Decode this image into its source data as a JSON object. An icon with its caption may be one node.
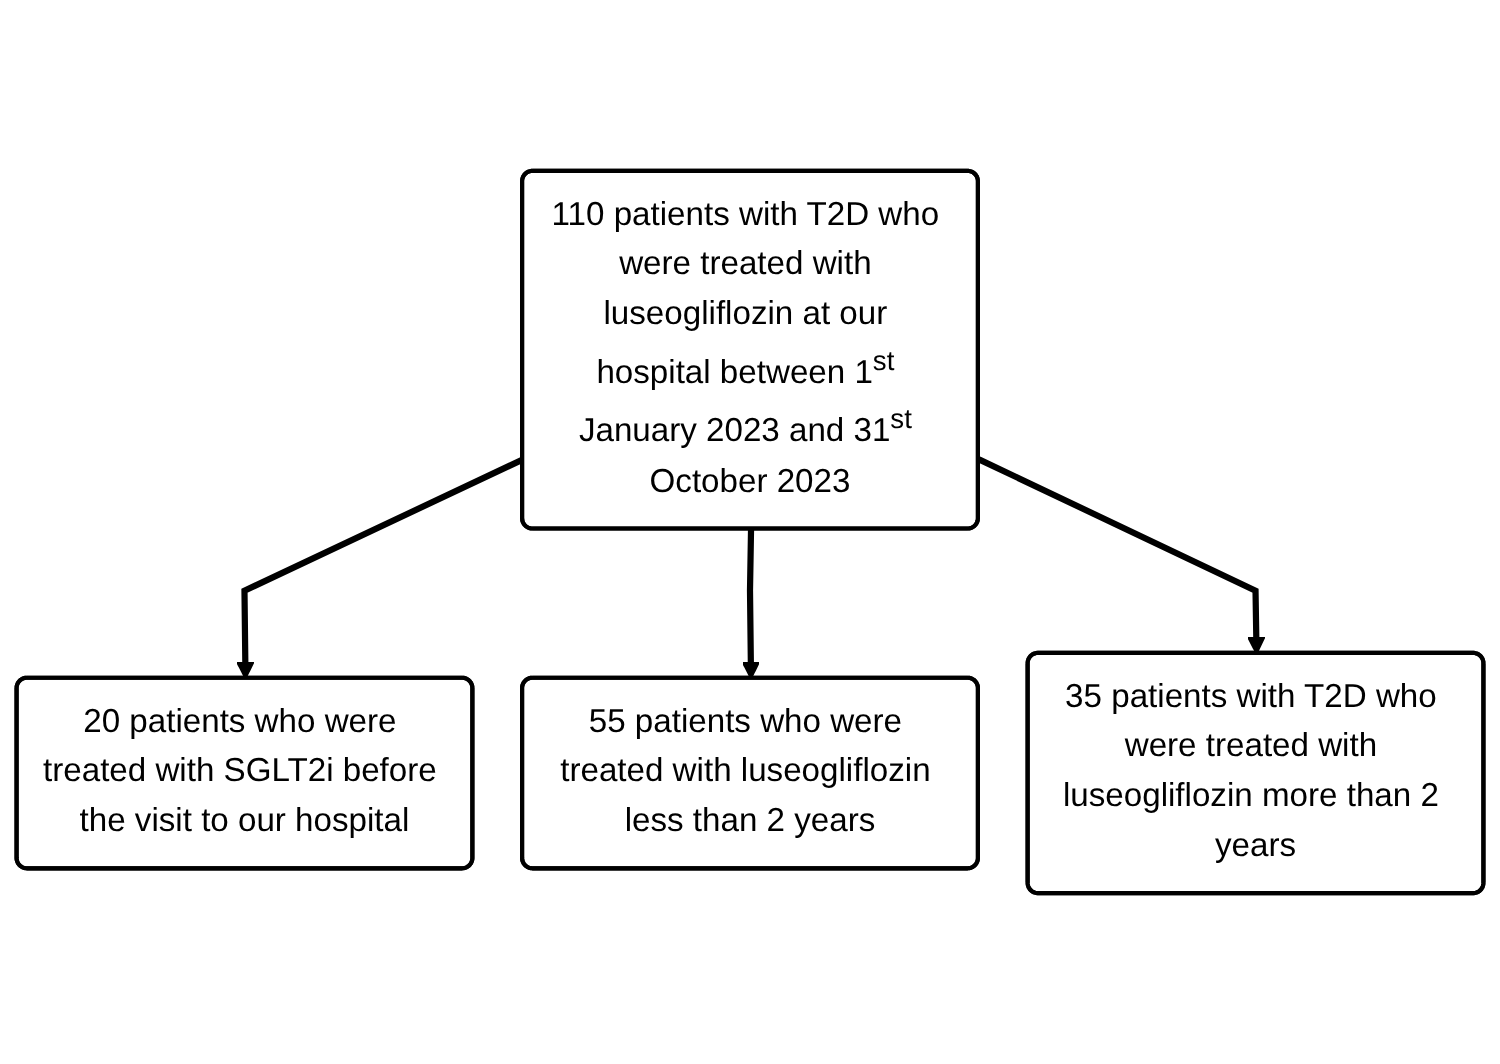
{
  "diagram": {
    "nodes": [
      {
        "text": [
          "110 patients with T2D who were treated with luseogliflozin at our hospital between 1$^{st}$ January 2023 and 31$^{st}$ October 2023"
        ]
      },
      {
        "text": [
          "20 patients who were treated with SGLT2i before the visit to our hospital"
        ]
      },
      {
        "text": [
          "55 patients who were treated with luseogliflozin less than 2 years"
        ]
      },
      {
        "text": [
          "35 patients with T2D who were treated with luseogliflozin more than 2 years"
        ]
      }
    ],
    "edges": [
      {
        "from": 0,
        "to": 1,
        "arrow": "to"
      },
      {
        "from": 0,
        "to": 2,
        "arrow": "to"
      },
      {
        "from": 0,
        "to": 3,
        "arrow": "to"
      }
    ]
  }
}
